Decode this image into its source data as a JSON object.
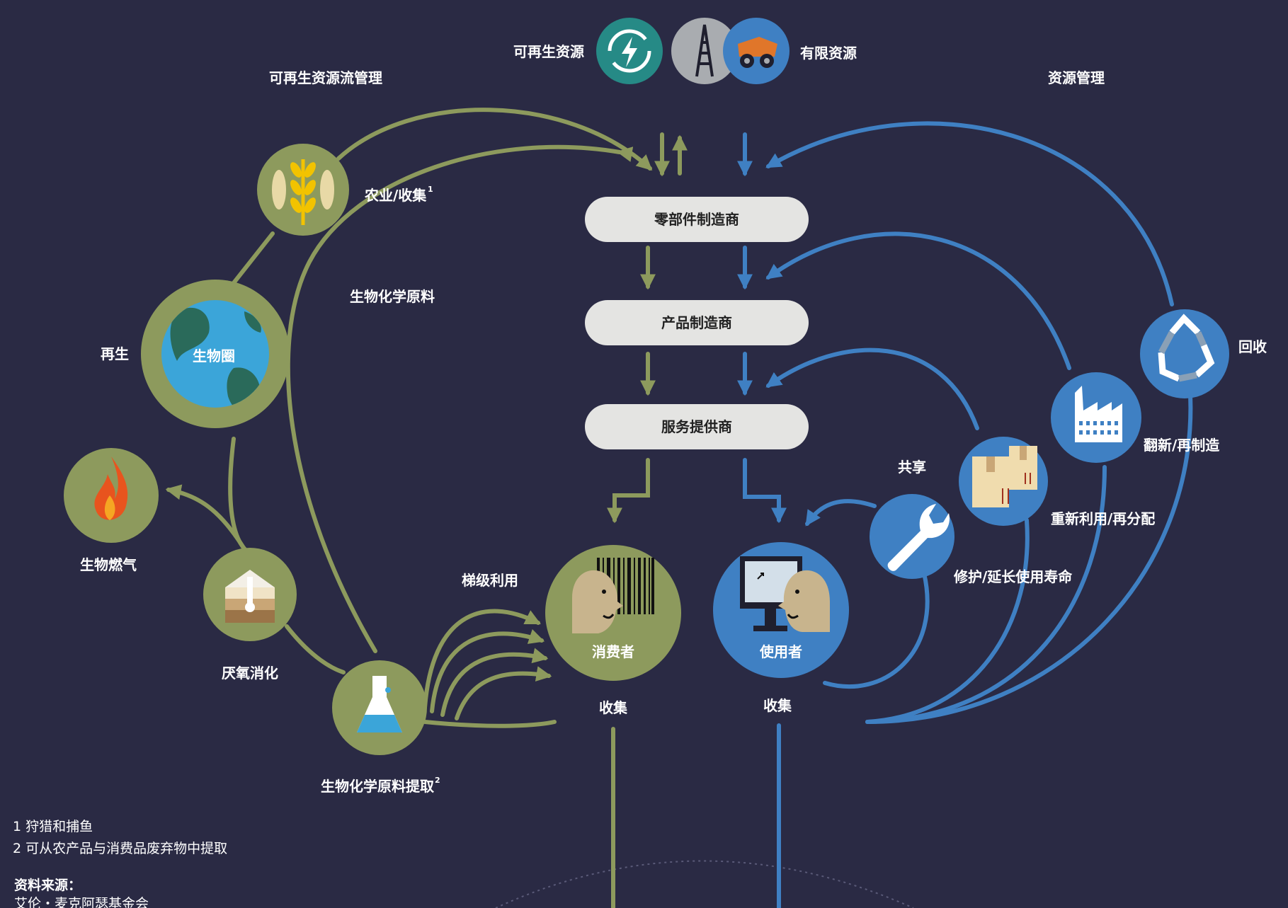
{
  "colors": {
    "background": "#2a2a44",
    "green": "#8d9a5d",
    "blue": "#3f80c3",
    "teal": "#268a86",
    "grey": "#a9acb0",
    "box": "#e4e4e2"
  },
  "top": {
    "renewable_label": "可再生资源",
    "finite_label": "有限资源",
    "renewable_icon": "renewable-energy-icon",
    "oil_rig_icon": "oil-rig-icon",
    "mining_truck_icon": "mining-truck-icon"
  },
  "section_titles": {
    "left": "可再生资源流管理",
    "right": "资源管理"
  },
  "boxes": {
    "parts": "零部件制造商",
    "product": "产品制造商",
    "service": "服务提供商"
  },
  "left_cycle": {
    "agri": "农业/收集",
    "agri_sup": "1",
    "biochem": "生物化学原料",
    "regen": "再生",
    "biosphere": "生物圈",
    "biogas": "生物燃气",
    "anaerobic": "厌氧消化",
    "extract": "生物化学原料提取",
    "extract_sup": "2",
    "cascade": "梯级利用"
  },
  "centre": {
    "consumer": "消费者",
    "user": "使用者",
    "collect_left": "收集",
    "collect_right": "收集"
  },
  "right_cycle": {
    "share": "共享",
    "maintain": "修护/延长使用寿命",
    "reuse": "重新利用/再分配",
    "refurb": "翻新/再制造",
    "recycle": "回收"
  },
  "footnotes": {
    "note1": "1  狩猎和捕鱼",
    "note2": "2  可从农产品与消费品废弃物中提取",
    "source_label": "资料来源：",
    "source_text": "艾伦・麦克阿瑟基金会"
  }
}
